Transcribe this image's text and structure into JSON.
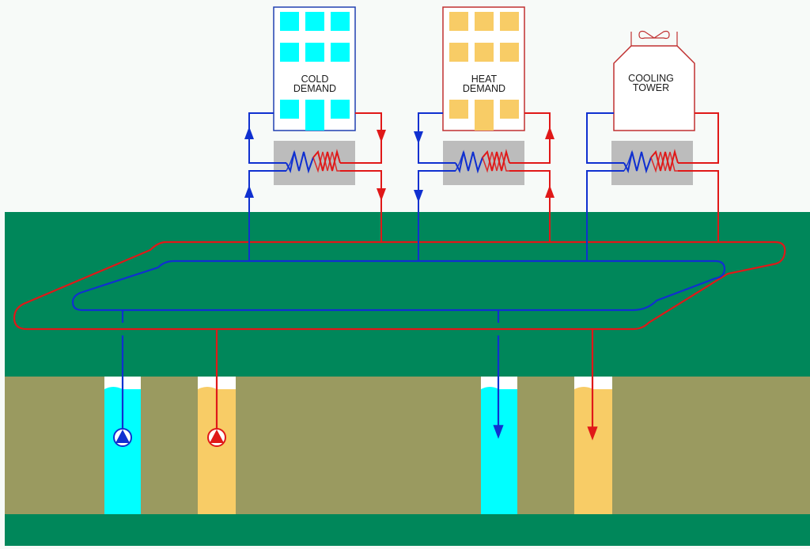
{
  "labels": {
    "cold_building_line1": "COLD",
    "cold_building_line2": "DEMAND",
    "heat_building_line1": "HEAT",
    "heat_building_line2": "DEMAND",
    "tower_line1": "COOLING",
    "tower_line2": "TOWER"
  },
  "colors": {
    "sky": "#f7faf8",
    "ground_green": "#00875a",
    "aquifer_khaki": "#9a9a60",
    "cold_water": "#00ffff",
    "warm_water": "#f8cc66",
    "cold_pipe": "#1030d0",
    "hot_pipe": "#e01818",
    "exchanger_box": "#bcbcbc",
    "cold_building_outline": "#2040b0",
    "heat_building_outline": "#c03030",
    "tower_outline": "#c03030"
  },
  "wells": [
    {
      "name": "cold-well-1",
      "type": "cold",
      "pump": "blue"
    },
    {
      "name": "warm-well-1",
      "type": "warm",
      "pump": "red"
    },
    {
      "name": "cold-well-2",
      "type": "cold",
      "flow": "down"
    },
    {
      "name": "warm-well-2",
      "type": "warm",
      "flow": "down"
    }
  ]
}
